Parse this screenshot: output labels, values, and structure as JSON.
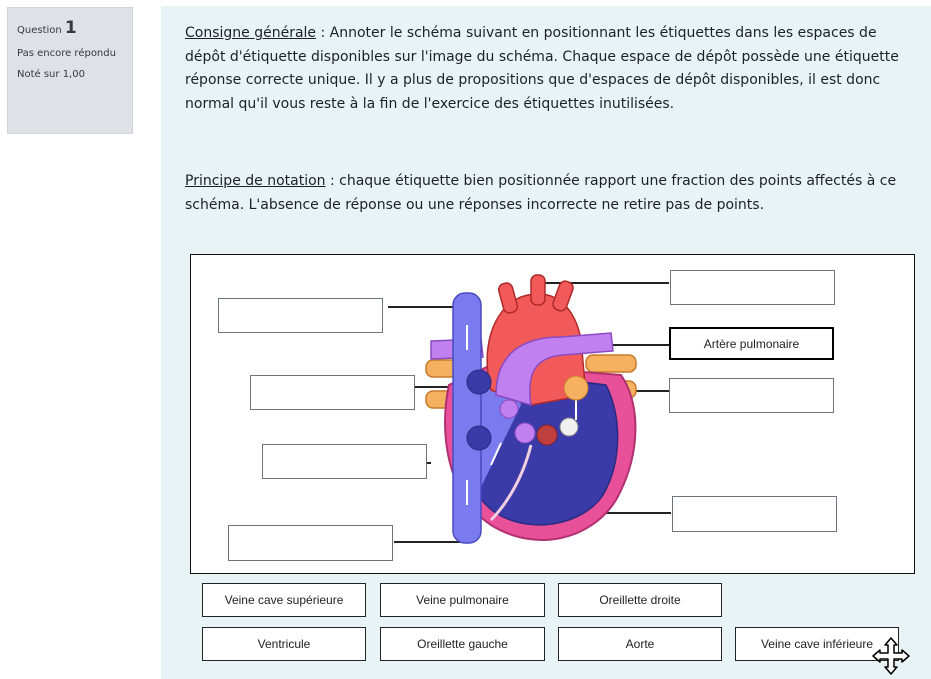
{
  "info": {
    "question_label": "Question",
    "question_number": "1",
    "state": "Pas encore répondu",
    "grade": "Noté sur 1,00"
  },
  "instructions": {
    "p1_heading": "Consigne générale",
    "p1_text": " : Annoter le schéma suivant en positionnant les étiquettes dans les espaces de dépôt d'étiquette disponibles sur l'image du schéma. Chaque espace de dépôt possède une étiquette réponse correcte unique. Il y a plus de propositions que d'espaces de dépôt disponibles, il est donc normal qu'il vous reste à la fin de l'exercice des étiquettes inutilisées.",
    "p2_heading": "Principe de notation",
    "p2_text": " : chaque étiquette bien positionnée rapport une fraction des points affectés à ce schéma. L'absence de réponse ou une réponses incorrecte ne retire pas de points."
  },
  "drop_zones": [
    {
      "value": ""
    },
    {
      "value": ""
    },
    {
      "value": ""
    },
    {
      "value": ""
    },
    {
      "value": ""
    },
    {
      "value": "Artère pulmonaire"
    },
    {
      "value": ""
    },
    {
      "value": ""
    }
  ],
  "choices": [
    "Veine cave supérieure",
    "Veine pulmonaire",
    "Oreillette droite",
    "Ventricule",
    "Oreillette gauche",
    "Aorte",
    "Veine cave inférieure"
  ],
  "colors": {
    "panel_bg": "#e7f3f5",
    "info_bg": "#dee2e6",
    "vein_blue": "#7b7bf0",
    "artery_red": "#f25a5a",
    "pulmonary_violet": "#c080f0",
    "pulmonary_vein_orange": "#f5b060",
    "heart_wall_pink": "#e8509a",
    "ventricle_dark": "#3a3aa8"
  },
  "icons": {
    "move_cursor": "move-cursor-icon"
  }
}
